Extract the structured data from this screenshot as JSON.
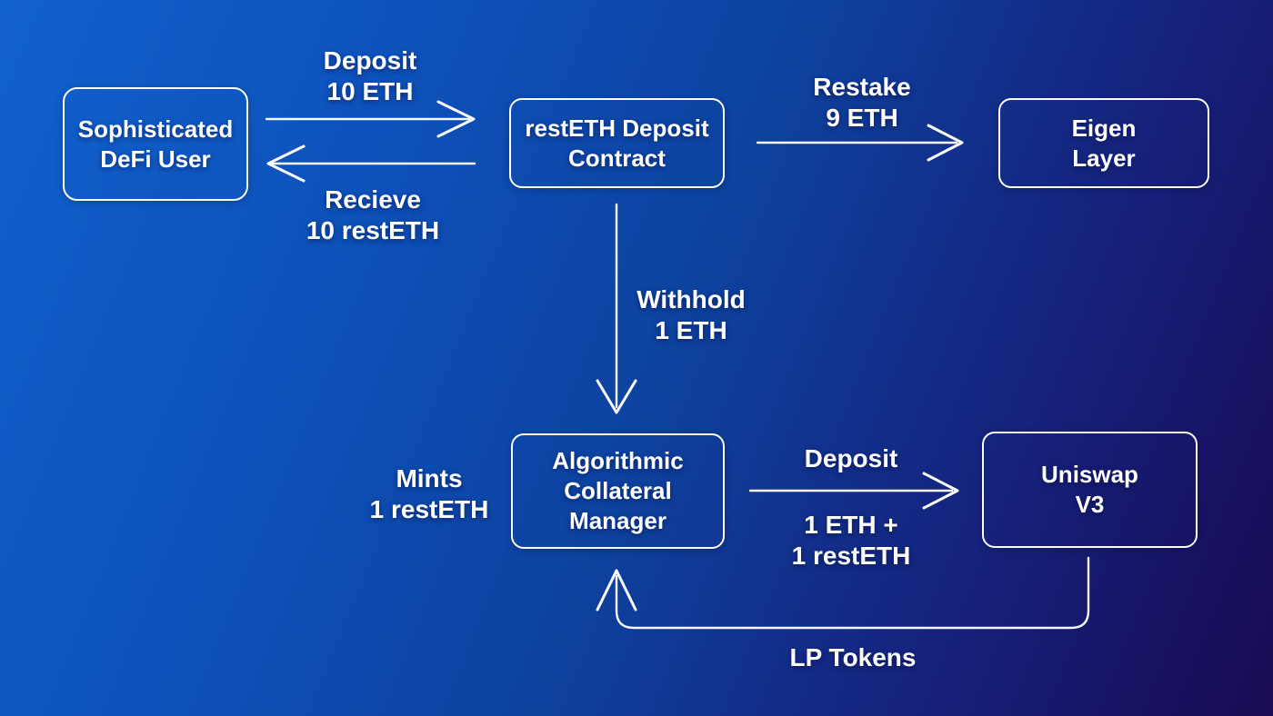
{
  "diagram": {
    "title": "restETH DeFi flow diagram",
    "colors": {
      "stroke": "#ffffff",
      "text": "#ffffff",
      "background_start": "#1161ce",
      "background_end": "#190a52"
    },
    "nodes": {
      "defi_user": "Sophisticated\nDeFi User",
      "resteth_contract": "restETH Deposit\nContract",
      "eigen_layer": "Eigen\nLayer",
      "collateral_manager": "Algorithmic\nCollateral\nManager",
      "uniswap": "Uniswap\nV3"
    },
    "edges": {
      "deposit_eth": "Deposit\n10 ETH",
      "receive_resteth": "Recieve\n10 restETH",
      "restake_eth": "Restake\n9 ETH",
      "withhold_eth": "Withhold\n1 ETH",
      "mints_resteth": "Mints\n1 restETH",
      "deposit_pair_title": "Deposit",
      "deposit_pair_detail": "1 ETH +\n1 restETH",
      "lp_tokens": "LP Tokens"
    }
  }
}
